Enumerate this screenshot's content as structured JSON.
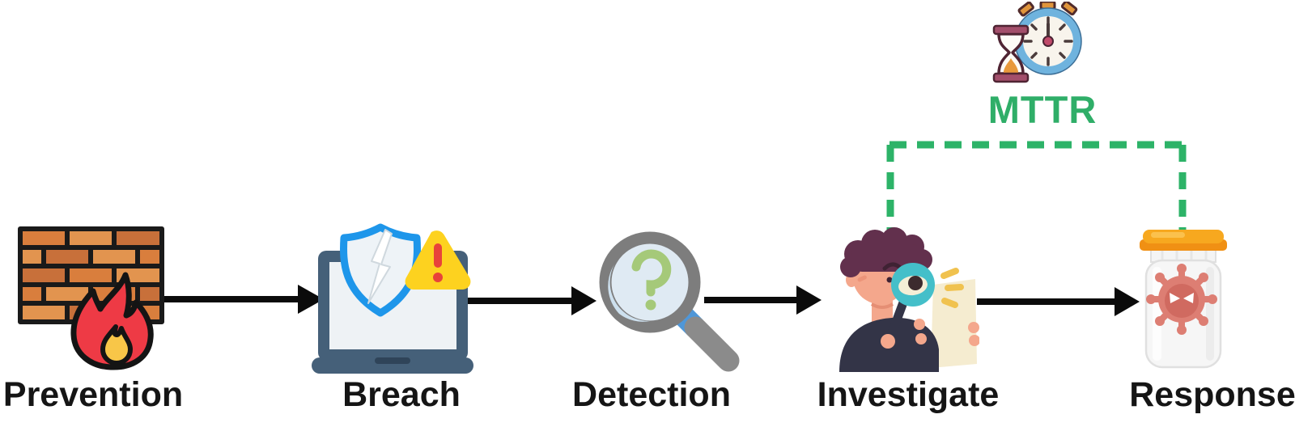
{
  "diagram": {
    "type": "flow",
    "steps": [
      {
        "label": "Prevention",
        "icon": "firewall-fire-icon"
      },
      {
        "label": "Breach",
        "icon": "laptop-breach-shield-icon"
      },
      {
        "label": "Detection",
        "icon": "magnifier-question-icon"
      },
      {
        "label": "Investigate",
        "icon": "investigator-magnifier-icon"
      },
      {
        "label": "Response",
        "icon": "virus-jar-icon"
      }
    ],
    "metric": {
      "label": "MTTR",
      "icon": "stopwatch-hourglass-icon",
      "from_step": "Investigate",
      "to_step": "Response"
    },
    "colors": {
      "metric_green": "#2fae68",
      "bracket_green": "#2db368",
      "arrow_black": "#0b0b0b",
      "label_black": "#151515",
      "background": "#ffffff"
    }
  }
}
